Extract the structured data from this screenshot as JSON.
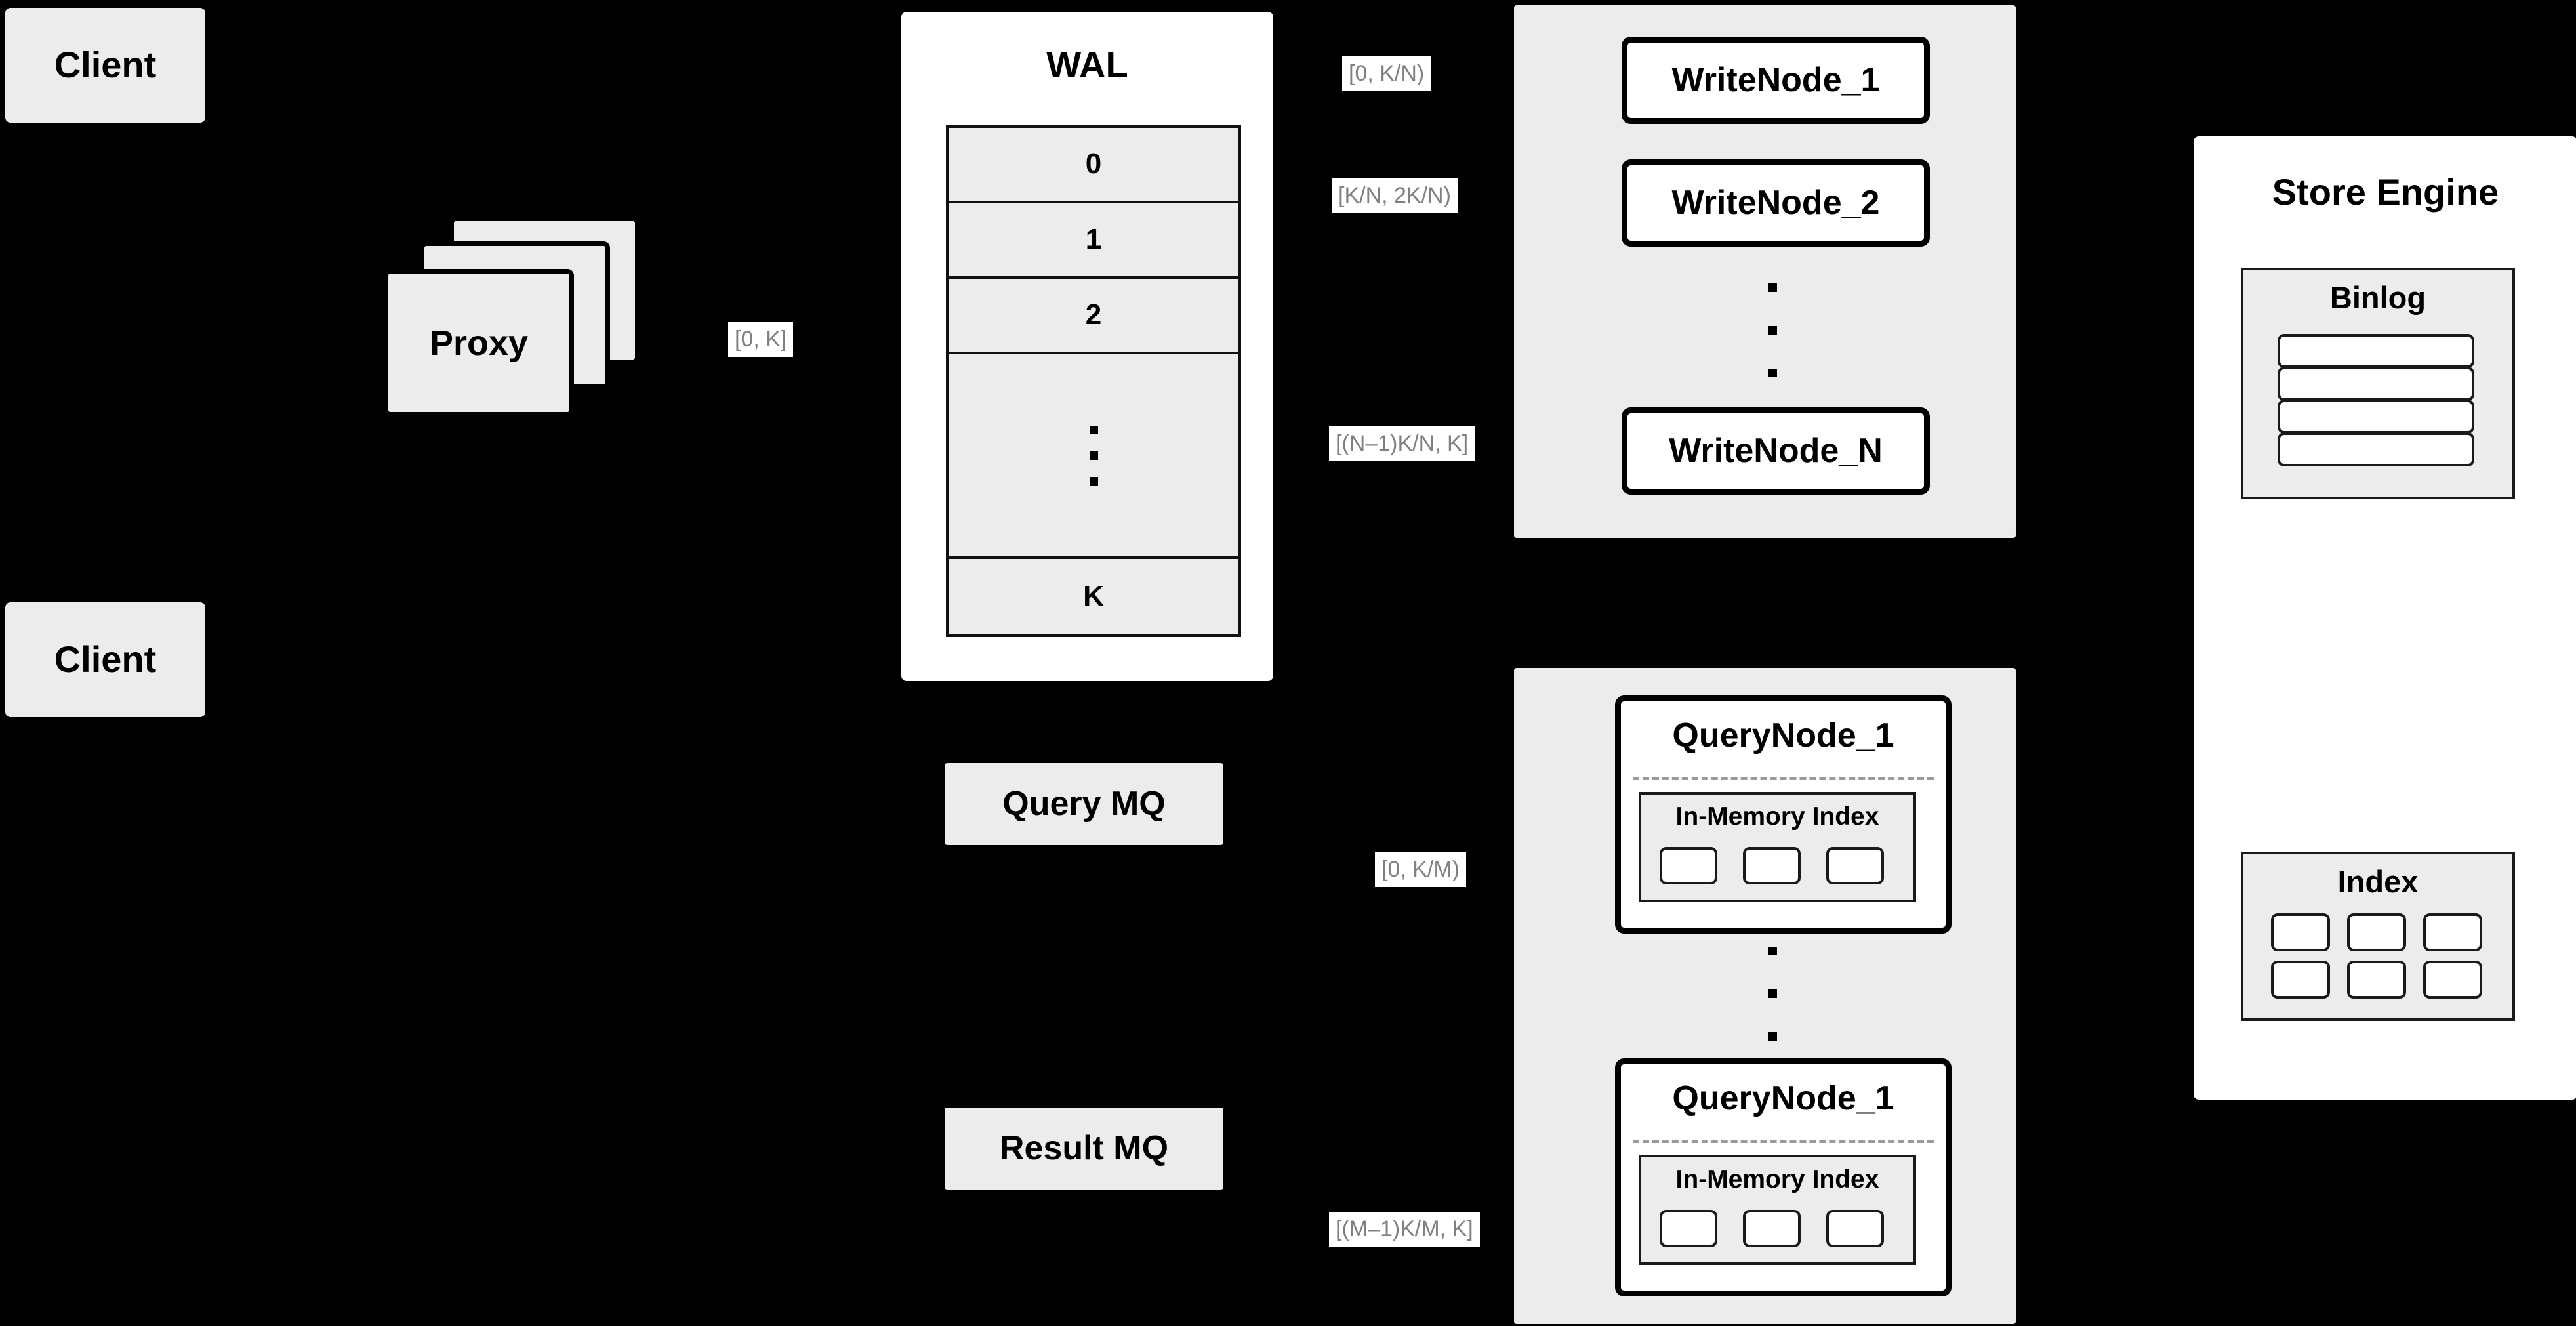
{
  "diagram": {
    "title": "Distributed write/query path architecture",
    "background_color": "#000000",
    "palette": {
      "card_fill": "#ececec",
      "panel_fill": "#ffffff",
      "stroke": "#000000",
      "label_text": "#808080",
      "label_fill": "#ffffff",
      "dashed_separator": "#9a9a9a"
    }
  },
  "clients": [
    {
      "label": "Client"
    },
    {
      "label": "Client"
    }
  ],
  "proxy": {
    "label": "Proxy",
    "stack_count": 3
  },
  "wal": {
    "title": "WAL",
    "rows": [
      "0",
      "1",
      "2",
      "",
      "K"
    ],
    "ellipsis_row_index": 3
  },
  "queues": [
    {
      "label": "Query MQ"
    },
    {
      "label": "Result MQ"
    }
  ],
  "write_cluster": {
    "nodes": [
      {
        "label": "WriteNode_1"
      },
      {
        "label": "WriteNode_2"
      },
      {
        "label": "WriteNode_N"
      }
    ],
    "ellipsis": "vertical-dots"
  },
  "query_cluster": {
    "nodes": [
      {
        "label": "QueryNode_1",
        "index_label": "In-Memory Index",
        "index_slots": 3
      },
      {
        "label": "QueryNode_1",
        "index_label": "In-Memory Index",
        "index_slots": 3
      }
    ],
    "ellipsis": "vertical-dots"
  },
  "store_engine": {
    "title": "Store Engine",
    "binlog": {
      "title": "Binlog",
      "entries": 4
    },
    "index": {
      "title": "Index",
      "slots": 6
    }
  },
  "edge_labels": {
    "proxy_to_wal": "[0, K]",
    "wal_to_write_1": "[0,  K/N)",
    "wal_to_write_2": "[K/N, 2K/N)",
    "wal_to_write_n": "[(N–1)K/N,  K]",
    "mq_to_query_1": "[0, K/M)",
    "mq_to_query_m": "[(M–1)K/M, K]"
  }
}
